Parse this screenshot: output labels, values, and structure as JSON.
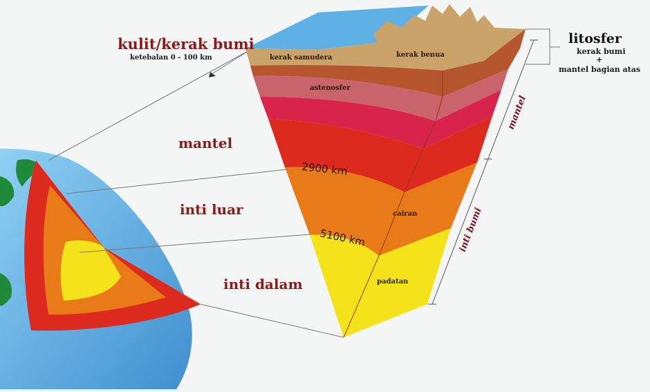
{
  "labels": {
    "crust_title": "kulit/kerak bumi",
    "crust_thickness": "ketebalan 0 - 100 km",
    "oceanic_crust": "kerak samudera",
    "continental_crust": "kerak benua",
    "asthenosphere": "astenosfer",
    "mantle": "mantel",
    "outer_core": "inti luar",
    "inner_core": "inti dalam",
    "depth_2900": "2900 km",
    "depth_5100": "5100 km",
    "liquid": "cairan",
    "solid": "padatan",
    "lithosphere": "litosfer",
    "lithosphere_def_1": "kerak bumi",
    "lithosphere_def_plus": "+",
    "lithosphere_def_2": "mantel bagian atas",
    "mantle_bracket": "mantel",
    "core_bracket": "inti bumi"
  },
  "colors": {
    "ocean": "#5fb0e4",
    "land": "#1e8a3a",
    "crust": "#c9a36a",
    "upper_mantle": "#b5562f",
    "asthenosphere": "#c8646a",
    "mantle_mid": "#d8234a",
    "mantle_low": "#dd2a1e",
    "outer_core": "#e87a18",
    "inner_core": "#f4e31a",
    "label_red": "#8b1a1a"
  }
}
